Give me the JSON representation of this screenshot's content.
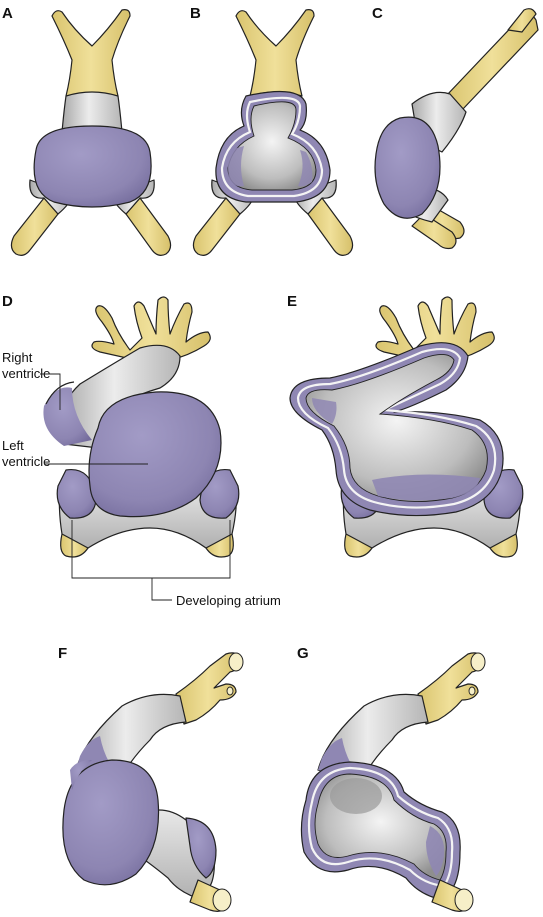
{
  "panels": [
    {
      "letter": "A"
    },
    {
      "letter": "B"
    },
    {
      "letter": "C"
    },
    {
      "letter": "D"
    },
    {
      "letter": "E"
    },
    {
      "letter": "F"
    },
    {
      "letter": "G"
    }
  ],
  "labels": {
    "right_ventricle_line1": "Right",
    "right_ventricle_line2": "ventricle",
    "left_ventricle_line1": "Left",
    "left_ventricle_line2": "ventricle",
    "developing_atrium": "Developing atrium"
  },
  "colors": {
    "yellow": "#e8d68a",
    "purple": "#8f87b3",
    "grey": "#d0d0d0",
    "outline": "#222222",
    "background": "#ffffff"
  }
}
